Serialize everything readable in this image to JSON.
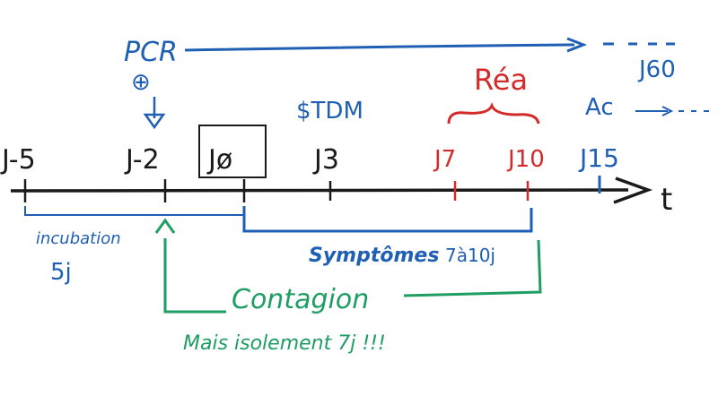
{
  "colors": {
    "black": "#1a1a1a",
    "blue": "#1f5fb4",
    "red": "#d42a2a",
    "green": "#1e9e63"
  },
  "timeline": {
    "day_labels": [
      "J-5",
      "J-2",
      "Jø",
      "J3",
      "J7",
      "J10",
      "J15"
    ],
    "axis_label": "t"
  },
  "pcr": {
    "label": "PCR",
    "plus": "⊕",
    "far_label": "J60"
  },
  "tdm_label": "$TDM",
  "rea_label": "Réa",
  "ac_label": "Ac",
  "incubation": {
    "line1": "incubation",
    "line2": "5j"
  },
  "symptoms": {
    "label": "Symptômes",
    "note": "7à10j"
  },
  "contagion": {
    "label": "Contagion",
    "note": "Mais isolement 7j !!!"
  }
}
